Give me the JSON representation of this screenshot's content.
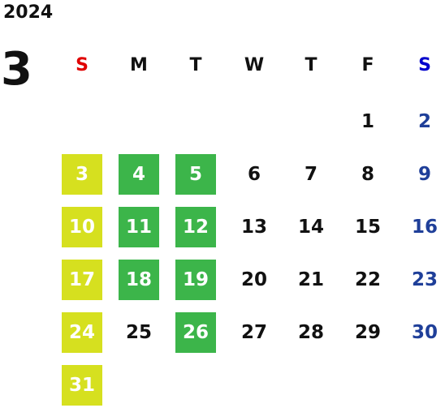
{
  "calendar": {
    "year": "2024",
    "month": "3",
    "weekdays": [
      {
        "label": "S",
        "color": "#e00000"
      },
      {
        "label": "M",
        "color": "#111111"
      },
      {
        "label": "T",
        "color": "#111111"
      },
      {
        "label": "W",
        "color": "#111111"
      },
      {
        "label": "T",
        "color": "#111111"
      },
      {
        "label": "F",
        "color": "#111111"
      },
      {
        "label": "S",
        "color": "#0000cc"
      }
    ],
    "weeks": [
      [
        "",
        "",
        "",
        "",
        "",
        "1",
        "2"
      ],
      [
        "3",
        "4",
        "5",
        "6",
        "7",
        "8",
        "9"
      ],
      [
        "10",
        "11",
        "12",
        "13",
        "14",
        "15",
        "16"
      ],
      [
        "17",
        "18",
        "19",
        "20",
        "21",
        "22",
        "23"
      ],
      [
        "24",
        "25",
        "26",
        "27",
        "28",
        "29",
        "30"
      ],
      [
        "31",
        "",
        "",
        "",
        "",
        "",
        ""
      ]
    ],
    "highlight_yellow_days": [
      "3",
      "10",
      "17",
      "24",
      "31"
    ],
    "highlight_green_days": [
      "4",
      "5",
      "11",
      "12",
      "18",
      "19",
      "26"
    ],
    "colors": {
      "highlight_yellow": "#d6e01f",
      "highlight_green": "#3cb54a",
      "saturday_date": "#1f3f99",
      "sunday_header": "#e00000",
      "saturday_header": "#0000cc"
    }
  }
}
